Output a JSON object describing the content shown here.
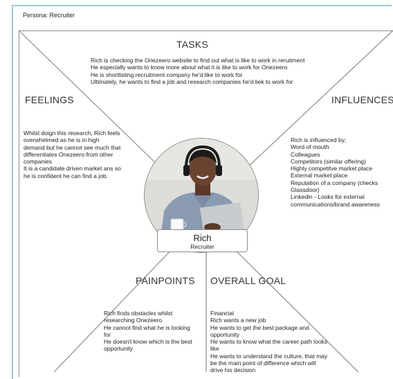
{
  "persona_label": "Persona: Recruiter",
  "tasks": {
    "heading": "TASKS",
    "lines": [
      "Rich is checking the Onezeero website to find out what is like to work in reruitment",
      "He especially wants to know more about what it is like to work for Onezeero",
      "He is shortlisting recruitment company he'd like to work for",
      "Ultimately, he wants to find a job and research companies he'd liek to work for"
    ]
  },
  "feelings": {
    "heading": "FEELINGS",
    "lines": [
      "Whilst doign this research, Rich feels overwhelmed as he is in high demand but he cannot see much that differentiates Onezeero from other companies",
      "It is a candidate driven market ans so he is confident he can find a job."
    ]
  },
  "influences": {
    "heading": "INFLUENCES",
    "lines": [
      "Rich is influenced by;",
      "Word of mouth",
      "Colleagues",
      "Competitors (similar offering)",
      "Highly competitve market place",
      "External market place",
      "Reputation of a company (checks Glassdoor)",
      "Linkedin - Looks for external communications/brand awareness"
    ]
  },
  "painpoints": {
    "heading": "PAINPOINTS",
    "lines": [
      "Rich finds obstacles whilst researching Onezeero",
      "He cannot find what he is looking for",
      "He doesn't know which is the best opportunity"
    ]
  },
  "overall_goal": {
    "heading": "OVERALL GOAL",
    "lines": [
      "Financial",
      "Rich wants a new job",
      "He wants to get the best package and opportunity",
      "He wants to know what the career path looks like",
      "He wants to understand the culture, that may be the main point of difference which will drive his decision"
    ]
  },
  "persona": {
    "name": "Rich",
    "role": "Recruiter"
  }
}
